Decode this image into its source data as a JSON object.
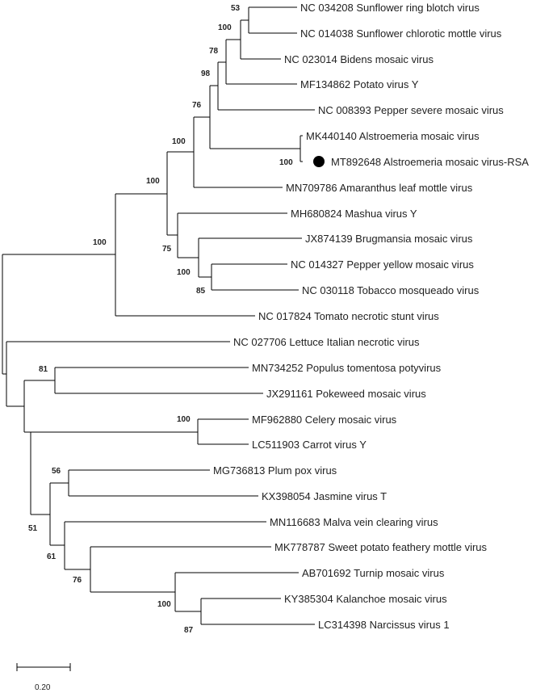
{
  "tree": {
    "leaves": [
      "NC 034208 Sunflower ring blotch virus",
      "NC 014038 Sunflower chlorotic mottle virus",
      "NC 023014 Bidens mosaic virus",
      "MF134862 Potato virus Y",
      "NC 008393 Pepper severe mosaic virus",
      "MK440140 Alstroemeria mosaic virus",
      "MT892648 Alstroemeria mosaic virus-RSA",
      "MN709786 Amaranthus leaf mottle virus",
      "MH680824 Mashua virus Y",
      "JX874139 Brugmansia mosaic virus",
      "NC 014327 Pepper yellow mosaic virus",
      "NC 030118 Tobacco mosqueado virus",
      "NC 017824 Tomato necrotic stunt virus",
      "NC 027706 Lettuce Italian necrotic virus",
      "MN734252 Populus tomentosa potyvirus",
      "JX291161 Pokeweed mosaic virus",
      "MF962880 Celery mosaic virus",
      "LC511903 Carrot virus Y",
      "MG736813 Plum pox virus",
      "KX398054 Jasmine virus T",
      "MN116683 Malva vein clearing virus",
      "MK778787 Sweet potato feathery mottle virus",
      "AB701692 Turnip mosaic virus",
      "KY385304 Kalanchoe mosaic virus",
      "LC314398 Narcissus virus 1"
    ],
    "highlighted_leaf": "MT892648 Alstroemeria mosaic virus-RSA",
    "bootstrap_values": [
      "53",
      "100",
      "78",
      "98",
      "76",
      "100",
      "100",
      "100",
      "100",
      "75",
      "100",
      "85",
      "81",
      "100",
      "56",
      "51",
      "61",
      "76",
      "100",
      "87"
    ],
    "scale_bar": "0.20"
  }
}
